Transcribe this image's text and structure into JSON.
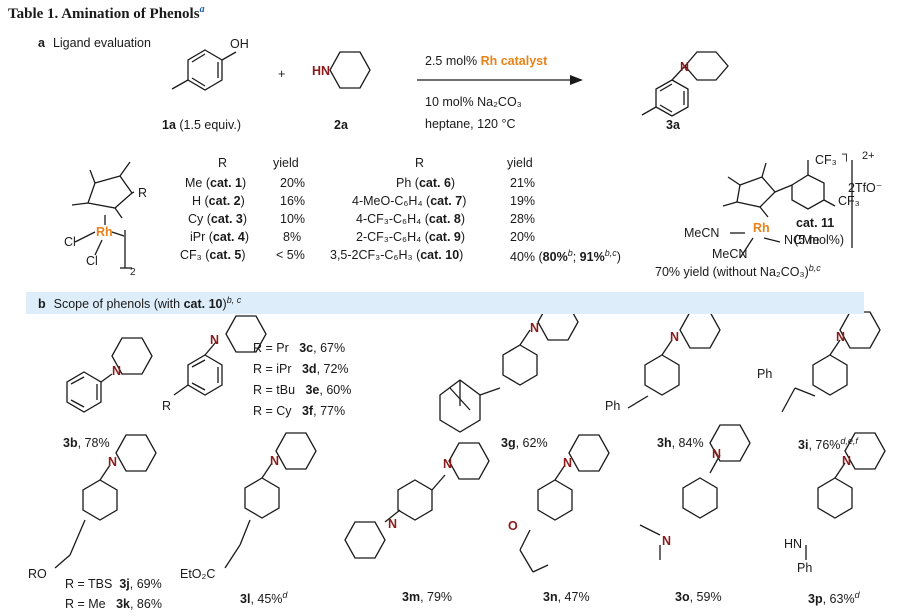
{
  "title": "Table 1. Amination of Phenols",
  "title_sup": "a",
  "section_a": {
    "letter": "a",
    "text": "Ligand evaluation"
  },
  "reaction": {
    "reagent1": "1a",
    "reagent1_note": "(1.5 equiv.)",
    "plus": "+",
    "reagent2": "2a",
    "cond1_pre": "2.5 mol%",
    "cond1_hl": "Rh catalyst",
    "cond2": "10 mol% Na₂CO₃",
    "cond3": "heptane, 120 °C",
    "product": "3a",
    "oh": "OH",
    "hn": "HN",
    "n": "N"
  },
  "ligand_table": {
    "col_r": "R",
    "col_yield": "yield",
    "left_rows": [
      {
        "r": "Me",
        "cat": "cat. 1",
        "yield": "20%"
      },
      {
        "r": "H",
        "cat": "cat. 2",
        "yield": "16%"
      },
      {
        "r": "Cy",
        "cat": "cat. 3",
        "yield": "10%"
      },
      {
        "r": "iPr",
        "cat": "cat. 4",
        "yield": "8%"
      },
      {
        "r": "CF₃",
        "cat": "cat. 5",
        "yield": "< 5%"
      }
    ],
    "right_rows": [
      {
        "r": "Ph",
        "cat": "cat. 6",
        "yield": "21%"
      },
      {
        "r": "4-MeO-C₆H₄",
        "cat": "cat. 7",
        "yield": "19%"
      },
      {
        "r": "4-CF₃-C₆H₄",
        "cat": "cat. 8",
        "yield": "28%"
      },
      {
        "r": "2-CF₃-C₆H₄",
        "cat": "cat. 9",
        "yield": "20%"
      },
      {
        "r": "3,5-2CF₃-C₆H₃",
        "cat": "cat. 10",
        "yield": "40%",
        "extra1": "80%",
        "extra1_sup": "b",
        "extra2": "91%",
        "extra2_sup": "b,c"
      }
    ]
  },
  "catalyst_left": {
    "rh": "Rh",
    "cl1": "Cl",
    "cl2": "Cl",
    "r": "R",
    "sub": "2"
  },
  "catalyst_right": {
    "rh": "Rh",
    "cf3_top": "CF₃",
    "cf3_bottom": "CF₃",
    "charge": "2+",
    "counterion": "2TfO⁻",
    "mecn1": "MeCN",
    "mecn2": "MeCN",
    "ncme": "NCMe",
    "label": "cat. 11",
    "loading": "(5 mol%)",
    "yield_note": "70% yield (without Na₂CO₃)",
    "yield_sup": "b,c"
  },
  "section_b": {
    "letter": "b",
    "text": "Scope of phenols (with",
    "cat": "cat. 10",
    "close": ")",
    "sup": "b, c"
  },
  "variants": [
    {
      "r": "R = Pr",
      "id": "3c",
      "yield": "67%"
    },
    {
      "r": "R = iPr",
      "id": "3d",
      "yield": "72%"
    },
    {
      "r": "R = tBu",
      "id": "3e",
      "yield": "60%"
    },
    {
      "r": "R = Cy",
      "id": "3f",
      "yield": "77%"
    }
  ],
  "products": [
    {
      "id": "3b",
      "yield": "78%",
      "sup": ""
    },
    {
      "id": "3g",
      "yield": "62%",
      "sup": ""
    },
    {
      "id": "3h",
      "yield": "84%",
      "sup": ""
    },
    {
      "id": "3i",
      "yield": "76%",
      "sup": "d,e,f"
    },
    {
      "id": "3l",
      "yield": "45%",
      "sup": "d"
    },
    {
      "id": "3m",
      "yield": "79%",
      "sup": ""
    },
    {
      "id": "3n",
      "yield": "47%",
      "sup": ""
    },
    {
      "id": "3o",
      "yield": "59%",
      "sup": ""
    },
    {
      "id": "3p",
      "yield": "63%",
      "sup": "d"
    }
  ],
  "product_3j": {
    "r": "R = TBS",
    "id": "3j",
    "yield": "69%"
  },
  "product_3k": {
    "r": "R = Me",
    "id": "3k",
    "yield": "86%"
  },
  "atom_labels": {
    "ro": "RO",
    "r": "R",
    "ph": "Ph",
    "o": "O",
    "hn": "HN",
    "ph2": "Ph",
    "eto2c": "EtO₂C",
    "n": "N"
  },
  "colors": {
    "nitrogen": "#8b1a1a",
    "oxygen": "#8b1a1a",
    "rhodium": "#e8821a",
    "banner": "#ddeefa",
    "sup": "#1f5fb4"
  }
}
